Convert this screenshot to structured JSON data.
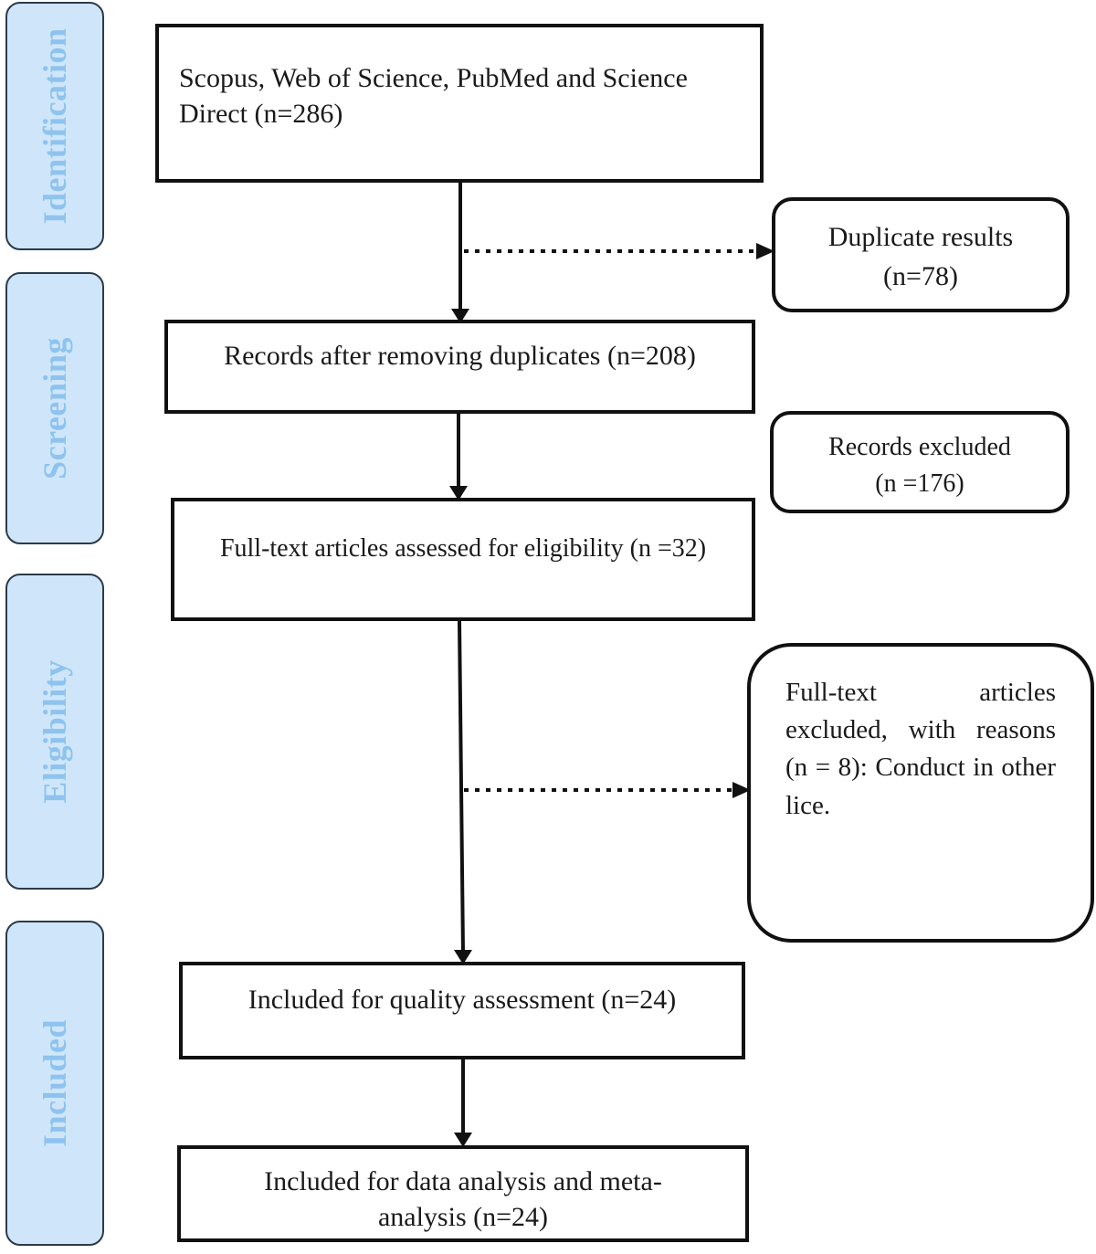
{
  "stages": {
    "identification": "Identification",
    "screening": "Screening",
    "eligibility": "Eligibility",
    "included": "Included"
  },
  "boxes": {
    "sources": "Scopus, Web of Science, PubMed and Science Direct (n=286)",
    "duplicate_results": "Duplicate results",
    "duplicate_count": "(n=78)",
    "after_duplicates": "Records after removing duplicates (n=208)",
    "records_excluded": "Records excluded",
    "records_excluded_count": "(n =176)",
    "fulltext_assessed": "Full-text articles assessed for eligibility (n =32)",
    "fulltext_excluded": "Full-text articles excluded, with reasons (n = 8): Conduct in other lice.",
    "quality_assessment": "Included for quality assessment (n=24)",
    "data_analysis_line1": "Included for data analysis and meta-",
    "data_analysis_line2": "analysis (n=24)"
  },
  "colors": {
    "stage_fill": "#cfe6fa",
    "stage_text": "#8ec3ef",
    "stage_border": "#2b3a4a",
    "box_border": "#111111"
  }
}
